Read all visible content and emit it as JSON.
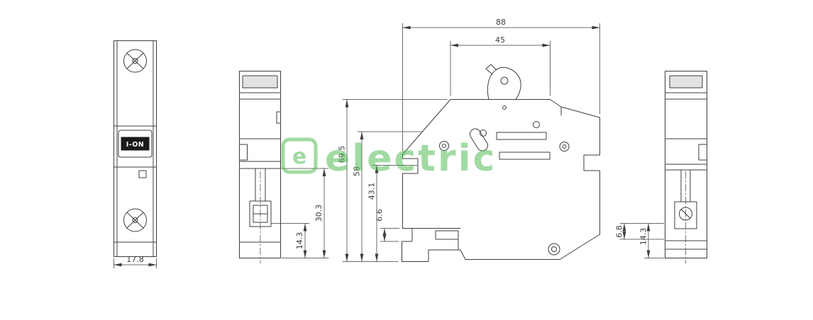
{
  "colors": {
    "ink": "#3d3d3d",
    "watermark": "#45b649"
  },
  "watermark": {
    "text": "electric",
    "logo_letter": "e",
    "color": "#45b649"
  },
  "front_view": {
    "switch_label": "I-ON",
    "dim_width": "17.8"
  },
  "side_view": {
    "dim_30_3": "30.3",
    "dim_14_3": "14.3"
  },
  "profile_view": {
    "dim_88": "88",
    "dim_45": "45",
    "dim_69_5": "69.5",
    "dim_58": "58",
    "dim_43_1": "43.1",
    "dim_6_6": "6.6"
  },
  "rear_view": {
    "dim_6_8": "6.8",
    "dim_14_3": "14.3"
  }
}
